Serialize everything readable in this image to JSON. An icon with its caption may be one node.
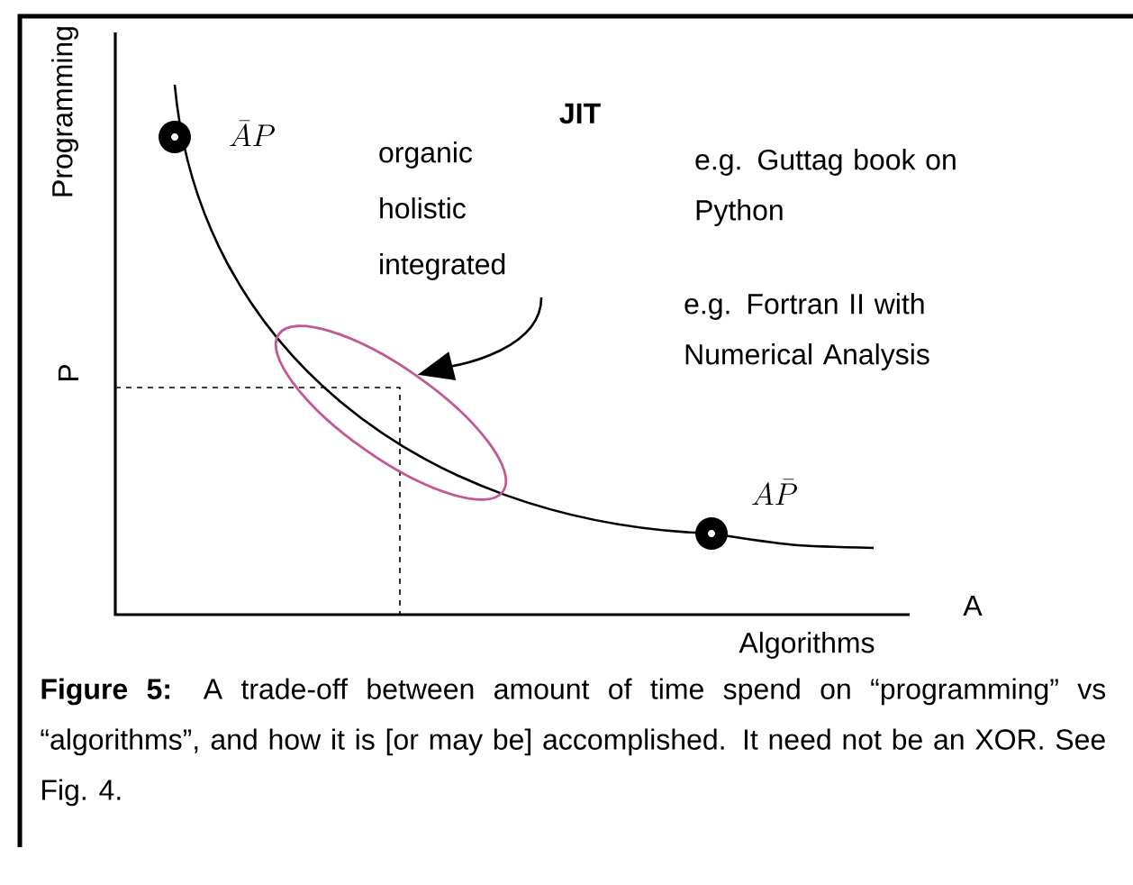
{
  "diagram": {
    "caption": "**Figure 5:**   A trade-off between amount of time spend on “programming” vs “algorithms”, and how it is [or may be] accomplished. It need not be an XOR. See Fig. 4.",
    "nodes": [
      {
        "text": [
          "organic holistic integrated"
        ]
      },
      {
        "text": [],
        "shape": "ellipse"
      }
    ],
    "edges": [
      {
        "from": 0,
        "to": 1,
        "arrow": "to"
      }
    ],
    "labels": [
      "Programming",
      "P",
      "\\bar{A}P",
      "JIT",
      "e.g. Guttag book on Python",
      "e.g. Fortran II with Numerical Analysis",
      "A\\bar{P}",
      "A",
      "Algorithms"
    ]
  }
}
